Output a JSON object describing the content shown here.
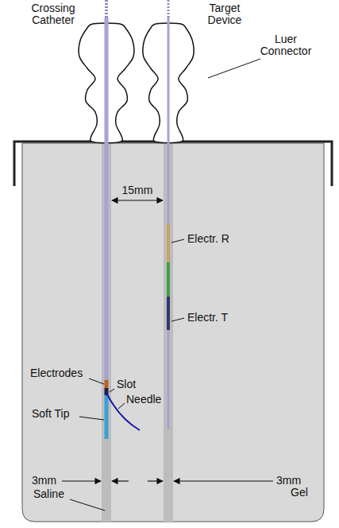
{
  "diagram": {
    "labels": [
      "Crossing Catheter",
      "Target Device",
      "Luer Connector",
      "15mm",
      "Electr. R",
      "Electrodes",
      "Slot",
      "Electr. T",
      "Needle",
      "Soft Tip",
      "3mm",
      "3mm",
      "Saline",
      "Gel"
    ]
  }
}
